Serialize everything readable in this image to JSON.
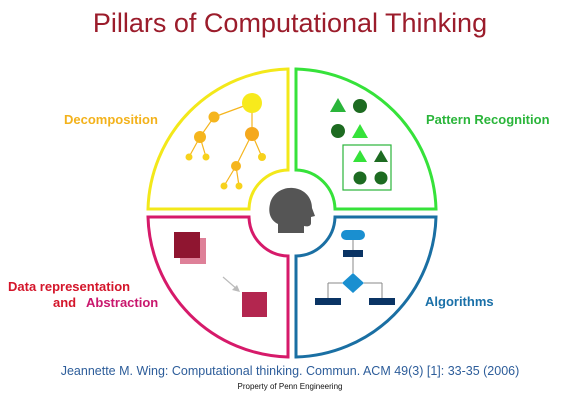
{
  "title": "Pillars of Computational Thinking",
  "pillars": {
    "decomposition": "Decomposition",
    "pattern_recognition": "Pattern Recognition",
    "data_representation": "Data representation",
    "and": "and",
    "abstraction": "Abstraction",
    "algorithms": "Algorithms"
  },
  "colors": {
    "decomposition": "#f3e81a",
    "pattern_recognition": "#36e23a",
    "abstraction": "#d61a6a",
    "algorithms": "#1a6fa3",
    "title": "#9b1c2b",
    "center_icon": "#555555"
  },
  "icons": {
    "decomposition": "tree-icon",
    "pattern_recognition": "shapes-pattern-icon",
    "abstraction": "squares-abstraction-icon",
    "algorithms": "flowchart-icon",
    "center": "human-head-icon"
  },
  "citation": "Jeannette M. Wing: Computational thinking. Commun. ACM 49(3) [1]: 33-35 (2006)",
  "property": "Property of Penn Engineering"
}
